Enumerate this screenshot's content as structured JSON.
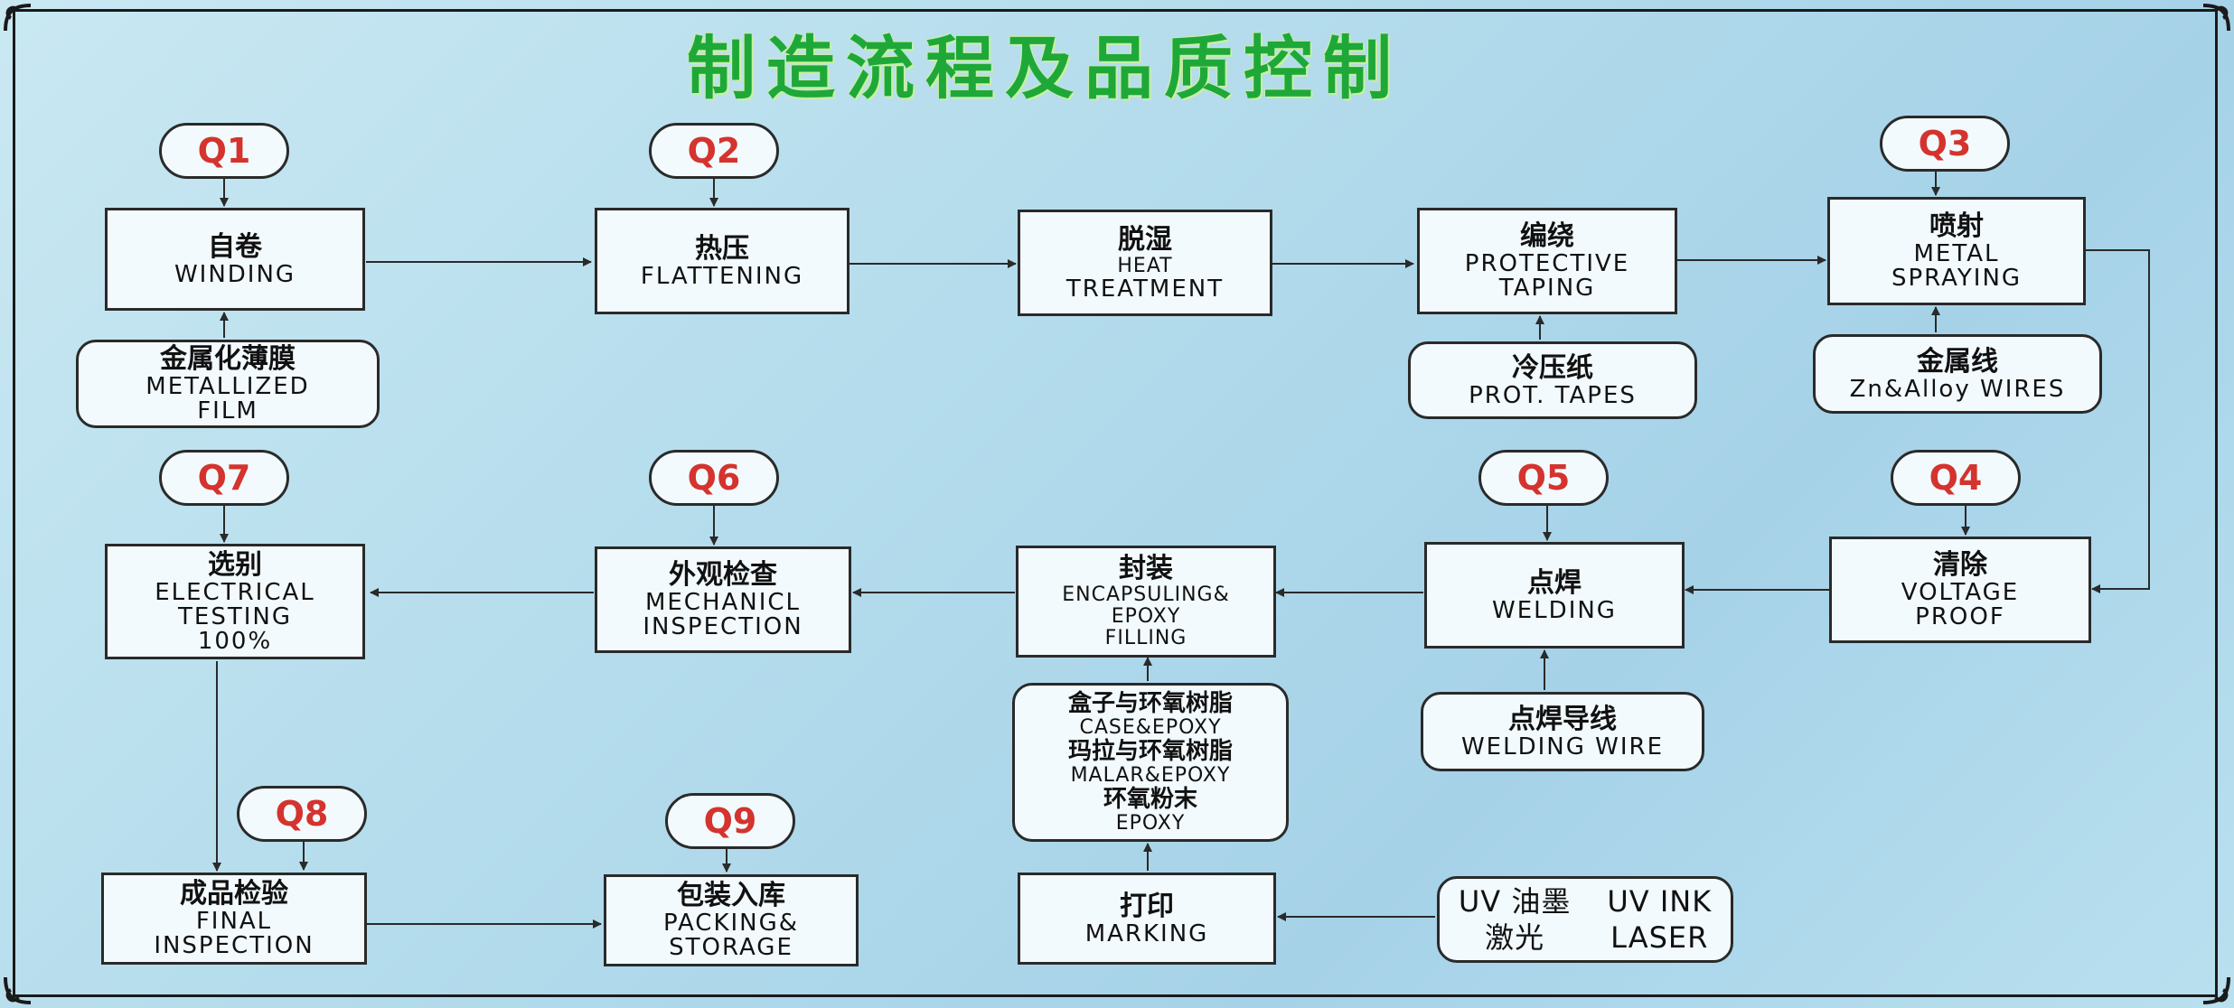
{
  "title": "制造流程及品质控制",
  "checkpoints": {
    "q1": "Q1",
    "q2": "Q2",
    "q3": "Q3",
    "q4": "Q4",
    "q5": "Q5",
    "q6": "Q6",
    "q7": "Q7",
    "q8": "Q8",
    "q9": "Q9"
  },
  "steps": {
    "winding": {
      "zh": "自卷",
      "en": [
        "WINDING"
      ]
    },
    "flattening": {
      "zh": "热压",
      "en": [
        "FLATTENING"
      ]
    },
    "heat_treatment": {
      "zh": "脱湿",
      "en": [
        "HEAT",
        "TREATMENT"
      ]
    },
    "protective_taping": {
      "zh": "编绕",
      "en": [
        "PROTECTIVE",
        "TAPING"
      ]
    },
    "metal_spraying": {
      "zh": "喷射",
      "en": [
        "METAL",
        "SPRAYING"
      ]
    },
    "voltage_proof": {
      "zh": "清除",
      "en": [
        "VOLTAGE",
        "PROOF"
      ]
    },
    "welding": {
      "zh": "点焊",
      "en": [
        "WELDING"
      ]
    },
    "encapsuling": {
      "zh": "封装",
      "en": [
        "ENCAPSULING&",
        "EPOXY",
        "FILLING"
      ]
    },
    "mechanical_inspection": {
      "zh": "外观检查",
      "en": [
        "MECHANICL",
        "INSPECTION"
      ]
    },
    "electrical_testing": {
      "zh": "选别",
      "en": [
        "ELECTRICAL",
        "TESTING",
        "100%"
      ]
    },
    "final_inspection": {
      "zh": "成品检验",
      "en": [
        "FINAL",
        "INSPECTION"
      ]
    },
    "packing_storage": {
      "zh": "包装入库",
      "en": [
        "PACKING&",
        "STORAGE"
      ]
    },
    "marking": {
      "zh": "打印",
      "en": [
        "MARKING"
      ]
    }
  },
  "materials": {
    "metallized_film": {
      "zh": "金属化薄膜",
      "en": [
        "METALLIZED",
        "FILM"
      ]
    },
    "prot_tapes": {
      "zh": "冷压纸",
      "en": [
        "PROT. TAPES"
      ]
    },
    "zn_alloy_wires": {
      "zh": "金属线",
      "en": [
        "Zn&Alloy WIRES"
      ]
    },
    "welding_wire": {
      "zh": "点焊导线",
      "en": [
        "WELDING WIRE"
      ]
    },
    "case_epoxy": {
      "lines": [
        "盒子与环氧树脂",
        "CASE&EPOXY",
        "玛拉与环氧树脂",
        "MALAR&EPOXY",
        "环氧粉末",
        "EPOXY"
      ]
    },
    "uv_laser": {
      "uv_zh": "UV 油墨",
      "uv_en": "UV INK",
      "laser_zh": "激光",
      "laser_en": "LASER"
    }
  }
}
